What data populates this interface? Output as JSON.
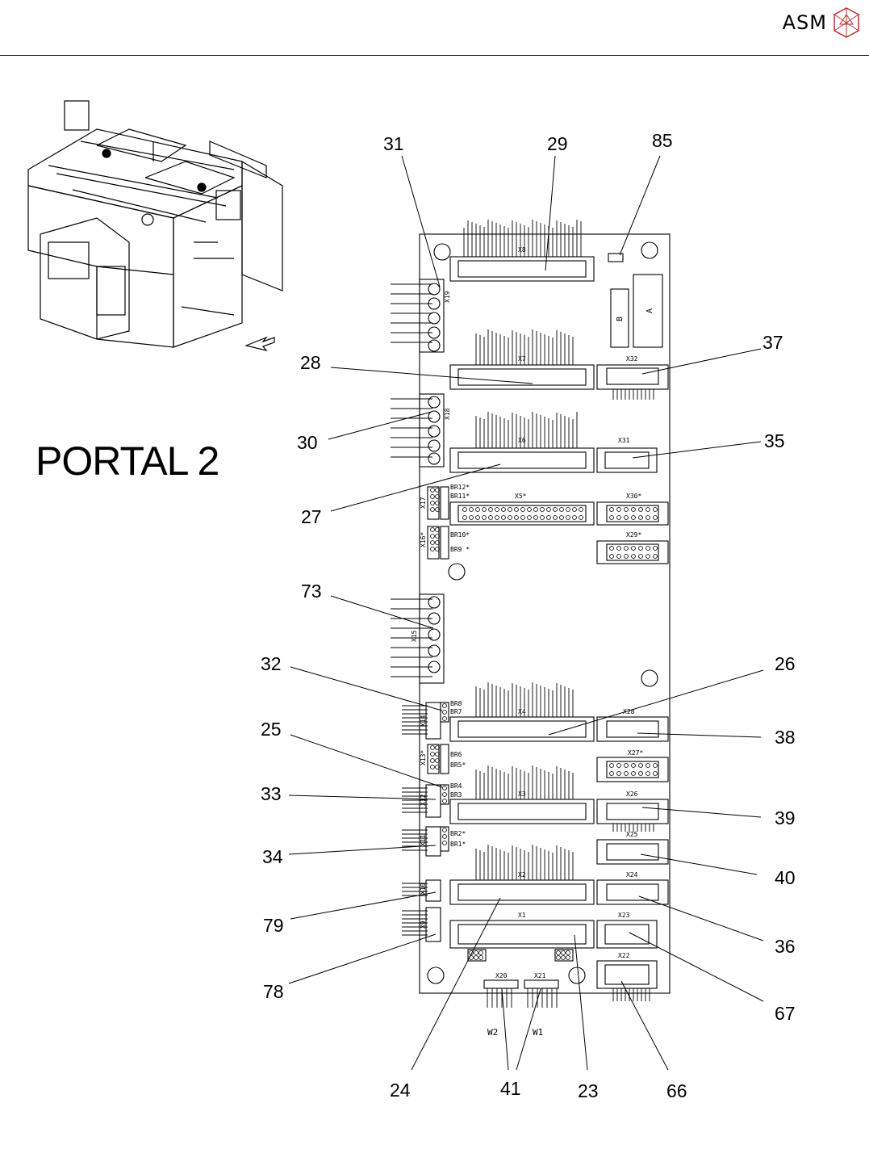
{
  "brand": {
    "name": "ASM"
  },
  "title": "PORTAL 2",
  "board_labels": {
    "x8": "X8",
    "x7": "X7",
    "x6": "X6",
    "x5": "X5*",
    "x4": "X4",
    "x3": "X3",
    "x2": "X2",
    "x1": "X1",
    "x19": "X19",
    "x18": "X18",
    "x17": "X17",
    "x16": "X16*",
    "x15": "X15",
    "x14": "X14",
    "x13": "X13*",
    "x12": "X12",
    "x11": "X11",
    "x10": "X10",
    "x9": "X9",
    "x32": "X32",
    "x31": "X31",
    "x30": "X30*",
    "x29": "X29*",
    "x28": "X28",
    "x27": "X27*",
    "x26": "X26",
    "x25": "X25",
    "x24": "X24",
    "x23": "X23",
    "x22": "X22",
    "x20": "X20",
    "x21": "X21",
    "br12": "BR12*",
    "br11": "BR11*",
    "br10": "BR10*",
    "br9": "BR9 *",
    "br8": "BR8",
    "br7": "BR7",
    "br6": "BR6",
    "br5": "BR5*",
    "br4": "BR4",
    "br3": "BR3",
    "br2": "BR2*",
    "br1": "BR1*",
    "block_a": "A",
    "block_b": "B",
    "w1": "W1",
    "w2": "W2"
  },
  "callouts": {
    "c31": "31",
    "c29": "29",
    "c85": "85",
    "c37": "37",
    "c28": "28",
    "c30": "30",
    "c35": "35",
    "c27": "27",
    "c73": "73",
    "c32": "32",
    "c26": "26",
    "c25": "25",
    "c38": "38",
    "c33": "33",
    "c39": "39",
    "c34": "34",
    "c40": "40",
    "c79": "79",
    "c36": "36",
    "c78": "78",
    "c67": "67",
    "c24": "24",
    "c41": "41",
    "c23": "23",
    "c66": "66"
  }
}
